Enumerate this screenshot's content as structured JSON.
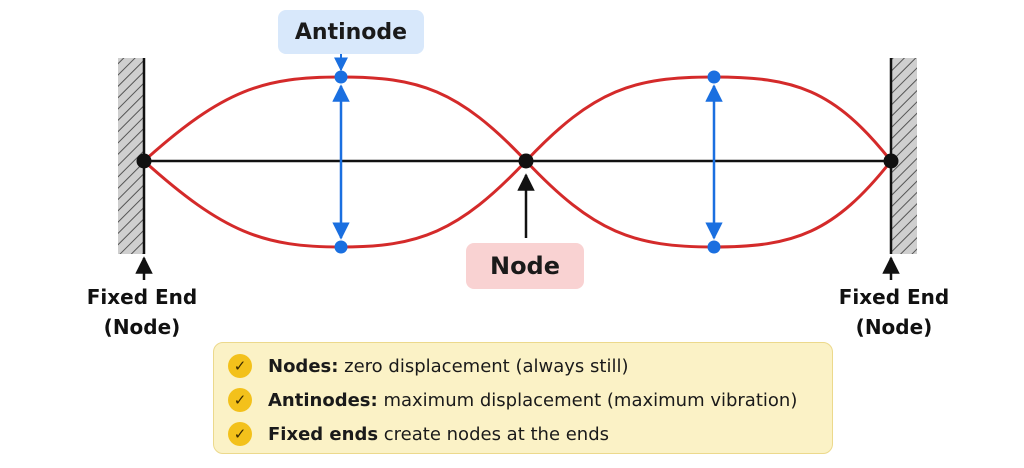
{
  "labels": {
    "antinode": "Antinode",
    "node": "Node",
    "fixed_end_left": {
      "line1": "Fixed End",
      "line2": "(Node)"
    },
    "fixed_end_right": {
      "line1": "Fixed End",
      "line2": "(Node)"
    }
  },
  "legend": {
    "items": [
      {
        "term": "Nodes:",
        "desc": " zero displacement (always still)"
      },
      {
        "term": "Antinodes:",
        "desc": " maximum displacement (maximum vibration)"
      },
      {
        "term": "Fixed ends",
        "desc": " create nodes at the ends"
      }
    ]
  },
  "colors": {
    "wave": "#d42a2a",
    "marker": "#1a6fe0",
    "string": "#111111",
    "callout_antinode": "#d8e8fb",
    "callout_node": "#f9d2d2",
    "legend_bg": "#fbf2c6",
    "check": "#f3c11b"
  },
  "icons": [
    "check-icon",
    "arrow-up-icon",
    "double-arrow-icon",
    "hatched-wall-icon"
  ]
}
